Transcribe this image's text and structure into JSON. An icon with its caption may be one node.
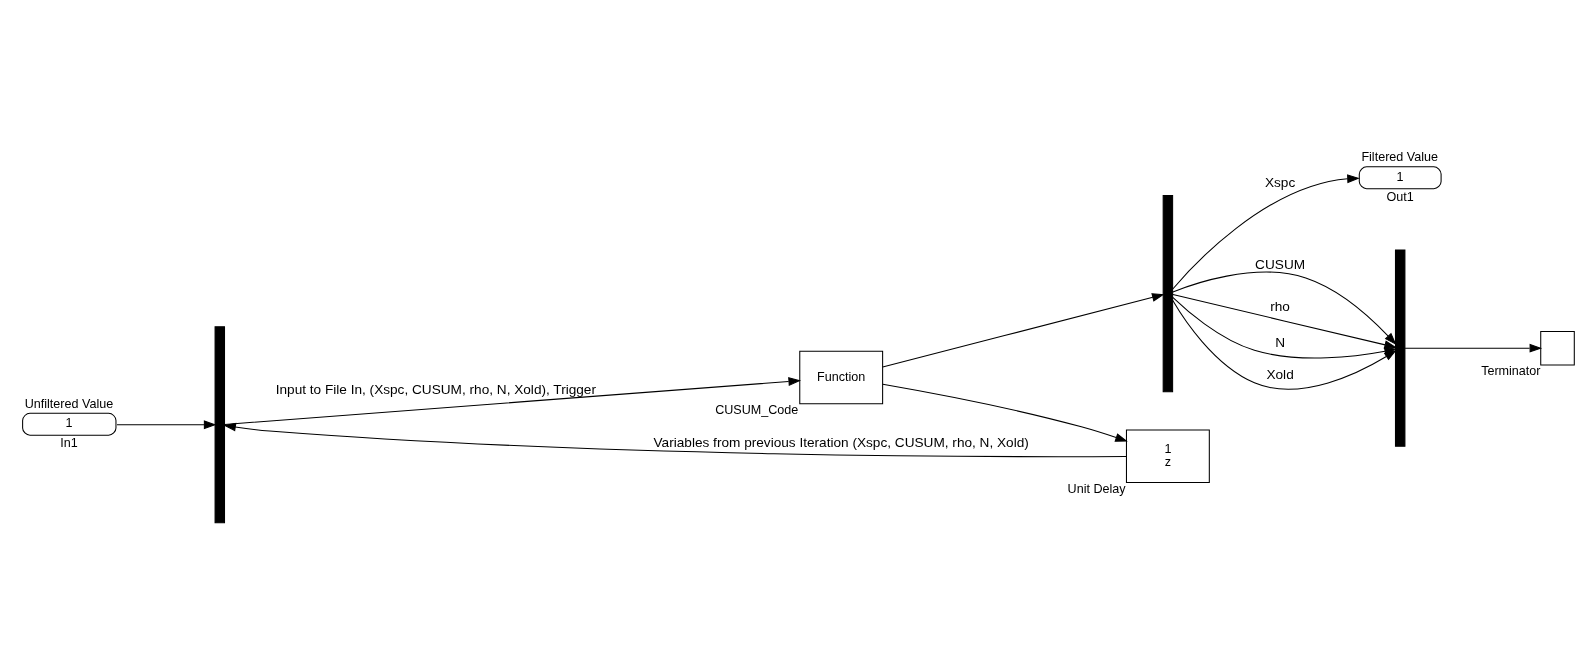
{
  "diagram": {
    "nodes": [
      {
        "text": [
          "1"
        ],
        "beside": [
          "Unfiltered Value",
          "In1"
        ]
      },
      {
        "text": [],
        "shape": "bar"
      },
      {
        "text": [
          "Function"
        ],
        "beside": [
          "CUSUM_Code"
        ]
      },
      {
        "text": [],
        "shape": "bar"
      },
      {
        "text": [
          "1"
        ],
        "beside": [
          "Filtered Value",
          "Out1"
        ]
      },
      {
        "text": [],
        "shape": "bar"
      },
      {
        "text": [],
        "shape": "box",
        "beside": [
          "Terminator"
        ]
      },
      {
        "text": [
          "1",
          "z"
        ],
        "beside": [
          "Unit Delay"
        ]
      }
    ],
    "edges": [
      {
        "from": 0,
        "to": 1,
        "arrow": "to"
      },
      {
        "from": 7,
        "to": 1,
        "arrow": "to",
        "label": "Variables from previous Iteration (Xspc, CUSUM, rho, N, Xold)"
      },
      {
        "from": 1,
        "to": 2,
        "arrow": "to",
        "label": "Input to File In, (Xspc, CUSUM, rho, N, Xold), Trigger"
      },
      {
        "from": 2,
        "to": 3,
        "arrow": "to"
      },
      {
        "from": 2,
        "to": 7,
        "arrow": "to"
      },
      {
        "from": 3,
        "to": 4,
        "arrow": "to",
        "label": "Xspc"
      },
      {
        "from": 3,
        "to": 5,
        "arrow": "to",
        "label": "CUSUM"
      },
      {
        "from": 3,
        "to": 5,
        "arrow": "to",
        "label": "rho"
      },
      {
        "from": 3,
        "to": 5,
        "arrow": "to",
        "label": "N"
      },
      {
        "from": 3,
        "to": 5,
        "arrow": "to",
        "label": "Xold"
      },
      {
        "from": 5,
        "to": 6,
        "arrow": "to"
      }
    ]
  }
}
